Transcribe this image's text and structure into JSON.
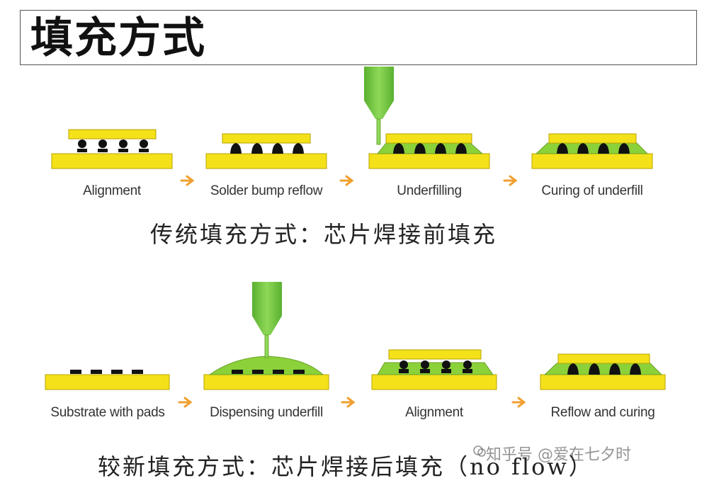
{
  "title": "填充方式",
  "traditional": {
    "steps": [
      "Alignment",
      "Solder bump reflow",
      "Underfilling",
      "Curing of underfill"
    ],
    "caption": "传统填充方式：芯片焊接前填充"
  },
  "new_method": {
    "steps": [
      "Substrate with pads",
      "Dispensing underfill",
      "Alignment",
      "Reflow and curing"
    ],
    "caption": "较新填充方式：芯片焊接后填充（no flow）"
  },
  "watermark": "知乎号 @爱在七夕时",
  "colors": {
    "substrate": "#f5e11a",
    "substrate_edge": "#b8a300",
    "underfill": "#8bd13a",
    "nozzle": "#6cc040",
    "bump": "#111111",
    "arrow": "#f0a030"
  }
}
